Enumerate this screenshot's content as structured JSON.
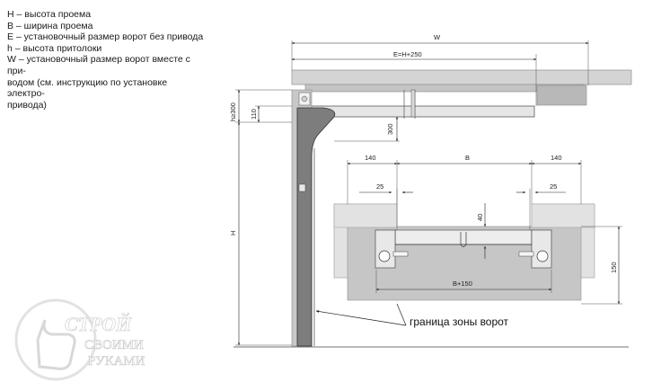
{
  "legend": [
    "H – высота проема",
    "B – ширина проема",
    "E – установочный размер ворот без привода",
    "h – высота притолоки",
    "W – установочный размер ворот вместе с при-",
    "водом (см. инструкцию по установке электро-",
    "привода)"
  ],
  "dims": {
    "w": "W",
    "e": "E=H+250",
    "h300": "h≥300",
    "d110": "110",
    "d300": "300",
    "hh": "H",
    "d140_left": "140",
    "b": "B",
    "d140_right": "140",
    "d25_left": "25",
    "d25_right": "25",
    "d40": "40",
    "b150": "B+150",
    "d150": "150"
  },
  "annotation": "граница зоны ворот",
  "logo": {
    "line1": "СТРОЙ",
    "line2": "СВОИМИ",
    "line3": "РУКАМИ"
  },
  "colors": {
    "wall": "#d4d4d4",
    "frame": "#bdbdbd",
    "line": "#222222"
  }
}
